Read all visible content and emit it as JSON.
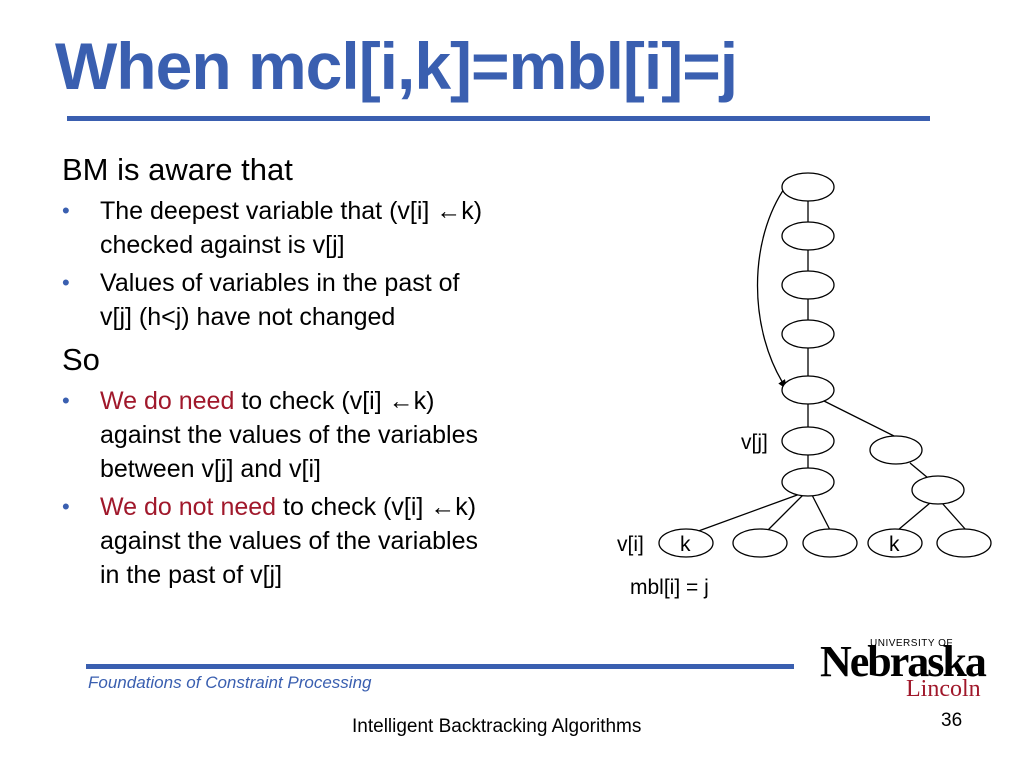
{
  "title": "When mcl[i,k]=mbl[i]=j",
  "section1": {
    "heading": "BM is aware that",
    "bullets": [
      {
        "line1": "The deepest variable that (v[i] ←k)",
        "line2": "checked against is v[j]"
      },
      {
        "line1": "Values of variables in the past of",
        "line2": "v[j] (h<j) have not changed"
      }
    ]
  },
  "section2": {
    "heading": "So",
    "bullets": [
      {
        "highlight": "We do need",
        "rest1": " to check (v[i] ←k)",
        "line2": "against the values of the variables",
        "line3": "between v[j] and v[i]"
      },
      {
        "highlight": "We do not need",
        "rest1": " to check (v[i] ←k)",
        "line2": "against the values of the variables",
        "line3": "in the past of v[j]"
      }
    ]
  },
  "diagram": {
    "vj_label": "v[j]",
    "vi_label": "v[i]",
    "k_left": "k",
    "k_right": "k",
    "mbl_label": "mbl[i] = j"
  },
  "footer": {
    "course": "Foundations of Constraint Processing",
    "topic": "Intelligent Backtracking Algorithms",
    "page": "36"
  },
  "logo": {
    "university_of": "UNIVERSITY OF",
    "name": "Nebraska",
    "campus": "Lincoln"
  },
  "colors": {
    "accent_blue": "#3a5fb0",
    "highlight_red": "#a0182b"
  }
}
